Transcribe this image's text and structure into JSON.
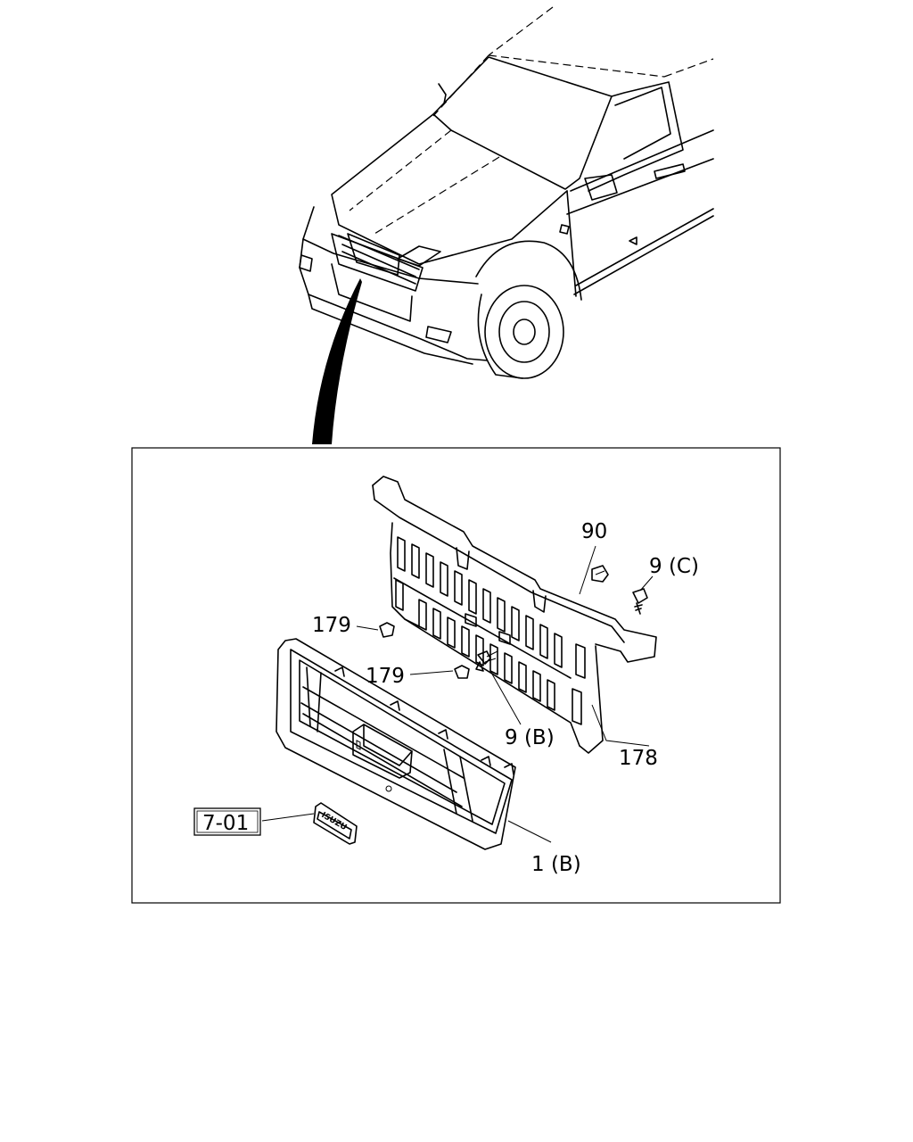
{
  "labels": {
    "p90": "90",
    "p9c": "9 (C)",
    "p179a": "179",
    "p179b": "179",
    "p9b": "9 (B)",
    "p178": "178",
    "p1b": "1 (B)",
    "ref": "7-01",
    "badge": "ISUZU"
  }
}
